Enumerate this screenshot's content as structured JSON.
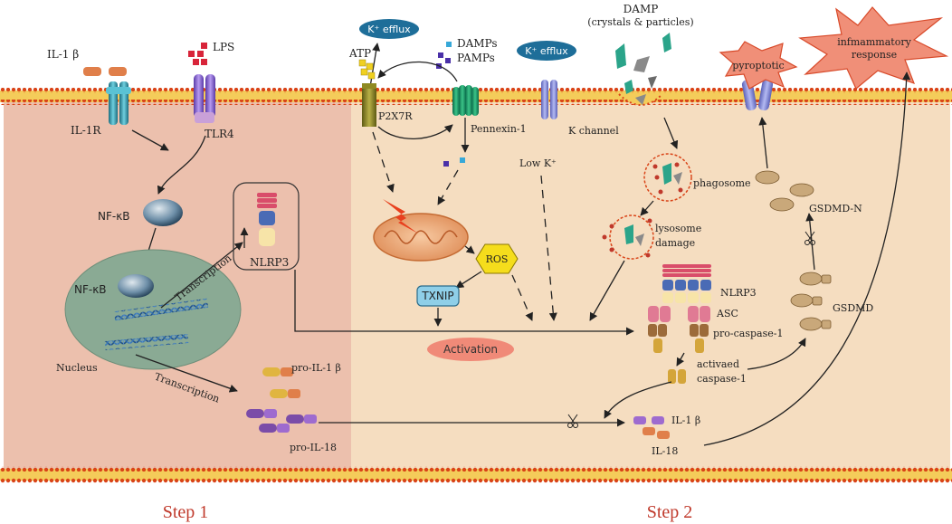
{
  "left_panel": {
    "il1b_label": "IL-1 β",
    "lps_label": "LPS",
    "il1r_label": "IL-1R",
    "tlr4_label": "TLR4",
    "nfkb_label": "NF-κB",
    "nfkb_nucleus_label": "NF-κB",
    "nucleus_label": "Nucleus",
    "transcription_upper": "Transcription",
    "transcription_lower": "Transcription",
    "nlrp3_label": "NLRP3",
    "pro_il1b_label": "pro-IL-1 β",
    "pro_il18_label": "pro-IL-18"
  },
  "right_panel": {
    "k_efflux_left": "K⁺ efflux",
    "k_efflux_right": "K⁺ efflux",
    "atp_label": "ATP",
    "damps_label": "DAMPs",
    "pamps_label": "PAMPs",
    "p2x7r_label": "P2X7R",
    "pannexin_label": "Pennexin-1",
    "k_channel_label": "K channel",
    "low_k_label": "Low K⁺",
    "damp_title": "DAMP",
    "damp_subtitle": "(crystals & particles)",
    "phagosome_label": "phagosome",
    "lysosome_line1": "lysosome",
    "lysosome_line2": "damage",
    "ros_label": "ROS",
    "txnip_label": "TXNIP",
    "activation_label": "Activation",
    "nlrp3_label": "NLRP3",
    "asc_label": "ASC",
    "pro_caspase_label": "pro-caspase-1",
    "activated_line1": "activaed",
    "activated_line2": "caspase-1",
    "gsdmd_label": "GSDMD",
    "gsdmd_n_label": "GSDMD-N",
    "il1b_label": "IL-1 β",
    "il18_label": "IL-18",
    "pyroptotic_label": "pyroptotic",
    "inflammatory_line1": "infmammatory",
    "inflammatory_line2": "response"
  },
  "steps": {
    "step1": "Step 1",
    "step2": "Step 2"
  },
  "colors": {
    "left_bg": "#ecc0ad",
    "right_bg": "#f5ddc0",
    "membrane_dot": "#d94418",
    "membrane_band": "#f4cc5a",
    "nucleus_fill": "#8aaa94",
    "k_efflux_fill": "#1e6e99",
    "activation_fill": "#f08a78",
    "ros_fill": "#f5dd1c",
    "txnip_fill": "#8fcfe8",
    "starburst_fill": "#f08f78",
    "step_text": "#c0392b"
  }
}
